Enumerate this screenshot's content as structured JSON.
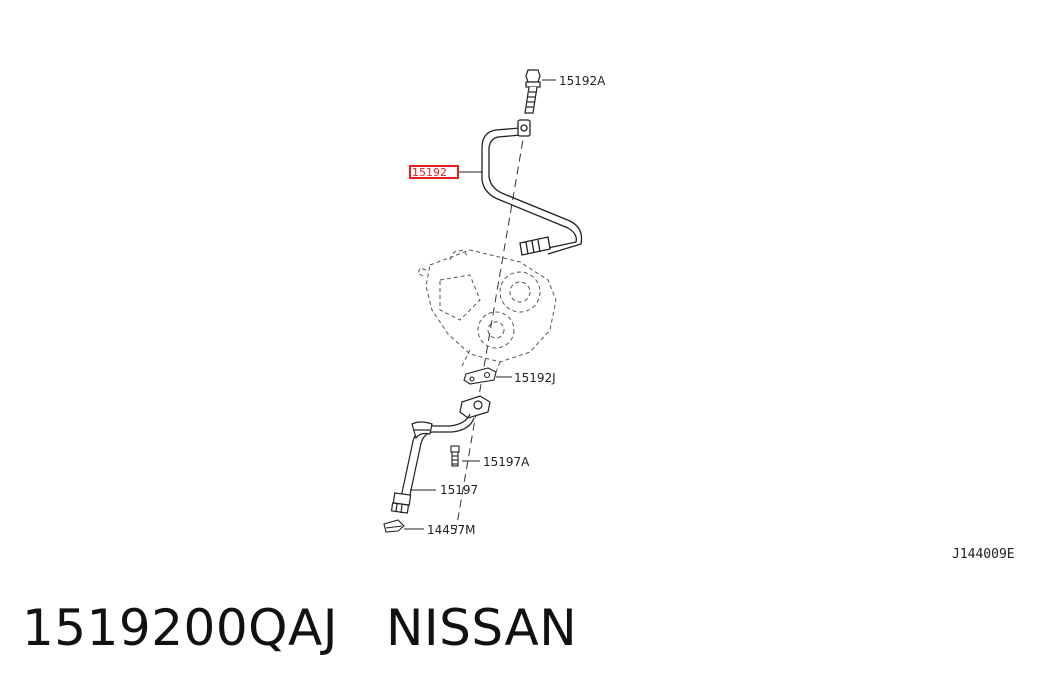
{
  "diagram": {
    "callouts": {
      "bolt_top": "15192A",
      "pipe_highlight": "15192",
      "gasket_bracket": "15192J",
      "bolt_lower": "15197A",
      "hose": "15197",
      "fitting": "14457M"
    },
    "figure_id": "J144009E",
    "highlight_color": "#e02020"
  },
  "caption": {
    "part_number": "1519200QAJ",
    "brand": "NISSAN"
  }
}
